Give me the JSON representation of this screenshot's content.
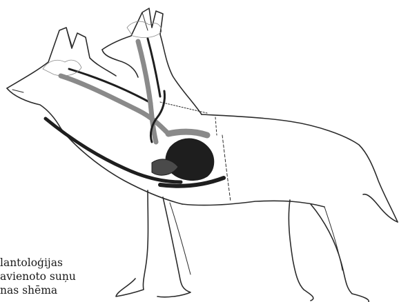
{
  "caption": {
    "lines": [
      "lantoloģijas",
      "avienoto suņu",
      "nas shēma"
    ]
  },
  "icons": {
    "illustration": "two-headed-dog-circulatory-diagram"
  },
  "colors": {
    "outline": "#2a2a2a",
    "vessel_dark": "#1e1e1e",
    "vessel_grey": "#8a8a8a",
    "background": "#ffffff"
  }
}
